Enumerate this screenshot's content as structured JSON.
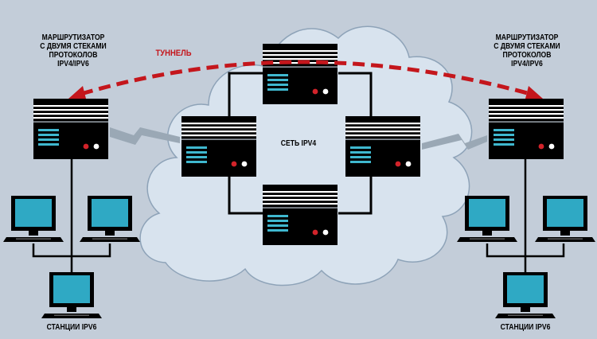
{
  "labels": {
    "left_router": [
      "МАРШРУТИЗАТОР",
      "С ДВУМЯ СТЕКАМИ",
      "ПРОТОКОЛОВ",
      "IPV4/IPV6"
    ],
    "right_router": [
      "МАРШРУТИЗАТОР",
      "С ДВУМЯ СТЕКАМИ",
      "ПРОТОКОЛОВ",
      "IPV4/IPV6"
    ],
    "tunnel": "ТУННЕЛЬ",
    "network": "СЕТЬ IPV4",
    "left_stations": "СТАНЦИИ IPV6",
    "right_stations": "СТАНЦИИ IPV6"
  },
  "colors": {
    "background": "#c3cdd9",
    "cloud": "#d8e3ee",
    "cloud_outline": "#8ea3b8",
    "device": "#000000",
    "accent_cyan": "#3fb8cf",
    "screen_cyan": "#2fa9c4",
    "tunnel_red": "#c4161c",
    "led_red": "#d2232a",
    "led_white": "#ffffff"
  }
}
